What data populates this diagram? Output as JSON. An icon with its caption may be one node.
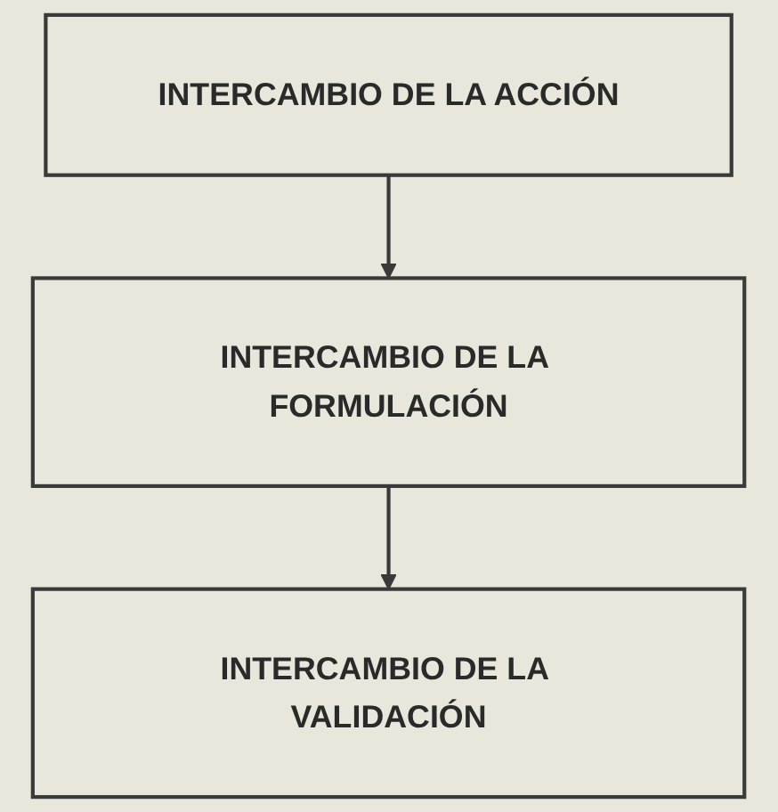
{
  "diagram": {
    "nodes": [
      {
        "text": [
          "INTERCAMBIO DE LA ACCIÓN"
        ]
      },
      {
        "text": [
          "INTERCAMBIO DE LA FORMULACIÓN"
        ]
      },
      {
        "text": [
          "INTERCAMBIO DE LA VALIDACIÓN"
        ]
      }
    ],
    "edges": [
      {
        "from": 0,
        "to": 1,
        "arrow": "to"
      },
      {
        "from": 1,
        "to": 2,
        "arrow": "to"
      }
    ]
  }
}
